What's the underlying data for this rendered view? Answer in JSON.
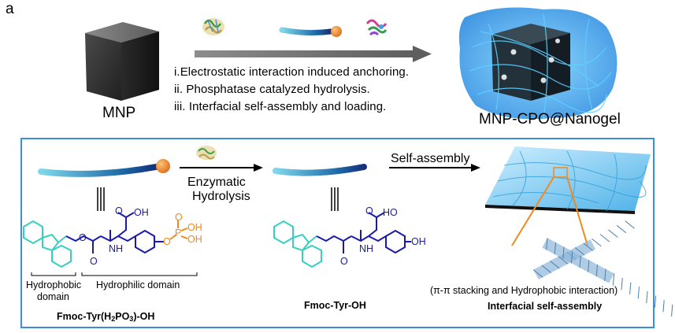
{
  "panel_label": "a",
  "top": {
    "left_label": "MNP",
    "right_label": "MNP-CPO@Nanogel",
    "steps": [
      "i.Electrostatic interaction induced anchoring.",
      "ii. Phosphatase catalyzed hydrolysis.",
      "iii. Interfacial self-assembly and loading."
    ]
  },
  "bottom": {
    "enzymatic": [
      "Enzymatic",
      "Hydrolysis"
    ],
    "self_assembly": "Self-assembly",
    "hydrophobic_domain": [
      "Hydrophobic",
      "domain"
    ],
    "hydrophilic_domain": "Hydrophilic domain",
    "reactant_name": {
      "pre": "Fmoc-Tyr(H",
      "sub1": "2",
      "mid": "PO",
      "sub2": "3",
      "post": ")-OH"
    },
    "product_name": "Fmoc-Tyr-OH",
    "interaction_note": "(π-π stacking and Hydrophobic interaction)",
    "assembly_title": "Interfacial self-assembly",
    "atoms": {
      "O": "O",
      "OH": "OH",
      "NH": "NH",
      "HO": "HO",
      "P": "P"
    }
  },
  "colors": {
    "fluorenyl": "#35d0c0",
    "peptide": "#1a1aa8",
    "phosphate": "#f08a1c",
    "frame": "#3b8fd6",
    "arrow": "#7b7b7b"
  }
}
